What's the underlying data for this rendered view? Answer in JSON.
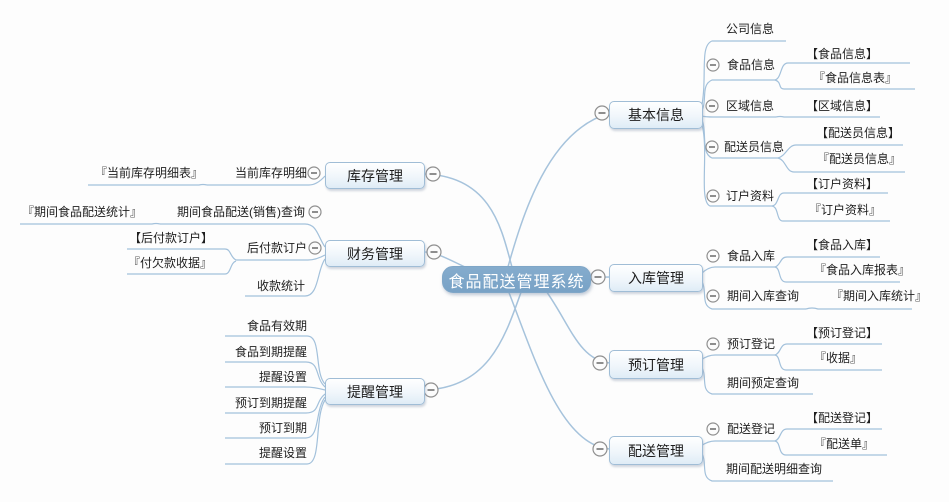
{
  "app": {
    "kind": "mindmap"
  },
  "colors": {
    "background": "#fdfdfd",
    "root_fill": "#7ca4c8",
    "root_text": "#ffffff",
    "topic_box_border": "#a0bdd6",
    "topic_box_fill": "#e8f1f9",
    "connector_line": "#a6c3dc",
    "text": "#1e1e1e",
    "collapse_ring": "#8f8f8f"
  },
  "icons": {
    "collapse": "minus-circle"
  },
  "root": {
    "label": "食品配送管理系统"
  },
  "branches": [
    {
      "label": "库存管理",
      "side": "left",
      "children": [
        {
          "label": "当前库存明细",
          "children": [
            {
              "label": "『当前库存明细表』"
            }
          ]
        }
      ]
    },
    {
      "label": "财务管理",
      "side": "left",
      "children": [
        {
          "label": "期间食品配送(销售)查询",
          "children": [
            {
              "label": "『期间食品配送统计』"
            }
          ]
        },
        {
          "label": "后付款订户",
          "children": [
            {
              "label": "【后付款订户】"
            },
            {
              "label": "『付欠款收据』"
            }
          ]
        },
        {
          "label": "收款统计"
        }
      ]
    },
    {
      "label": "提醒管理",
      "side": "left",
      "children": [
        {
          "label": "食品有效期"
        },
        {
          "label": "食品到期提醒"
        },
        {
          "label": "提醒设置"
        },
        {
          "label": "预订到期提醒"
        },
        {
          "label": "预订到期"
        },
        {
          "label": "提醒设置"
        }
      ]
    },
    {
      "label": "基本信息",
      "side": "right",
      "children": [
        {
          "label": "公司信息"
        },
        {
          "label": "食品信息",
          "children": [
            {
              "label": "【食品信息】"
            },
            {
              "label": "『食品信息表』"
            }
          ]
        },
        {
          "label": "区域信息",
          "children": [
            {
              "label": "【区域信息】"
            }
          ]
        },
        {
          "label": "配送员信息",
          "children": [
            {
              "label": "【配送员信息】"
            },
            {
              "label": "『配送员信息』"
            }
          ]
        },
        {
          "label": "订户资料",
          "children": [
            {
              "label": "【订户资料】"
            },
            {
              "label": "『订户资料』"
            }
          ]
        }
      ]
    },
    {
      "label": "入库管理",
      "side": "right",
      "children": [
        {
          "label": "食品入库",
          "children": [
            {
              "label": "【食品入库】"
            },
            {
              "label": "『食品入库报表』"
            }
          ]
        },
        {
          "label": "期间入库查询",
          "children": [
            {
              "label": "『期间入库统计』"
            }
          ]
        }
      ]
    },
    {
      "label": "预订管理",
      "side": "right",
      "children": [
        {
          "label": "预订登记",
          "children": [
            {
              "label": "【预订登记】"
            },
            {
              "label": "『收据』"
            }
          ]
        },
        {
          "label": "期间预定查询"
        }
      ]
    },
    {
      "label": "配送管理",
      "side": "right",
      "children": [
        {
          "label": "配送登记",
          "children": [
            {
              "label": "【配送登记】"
            },
            {
              "label": "『配送单』"
            }
          ]
        },
        {
          "label": "期间配送明细查询"
        }
      ]
    }
  ]
}
